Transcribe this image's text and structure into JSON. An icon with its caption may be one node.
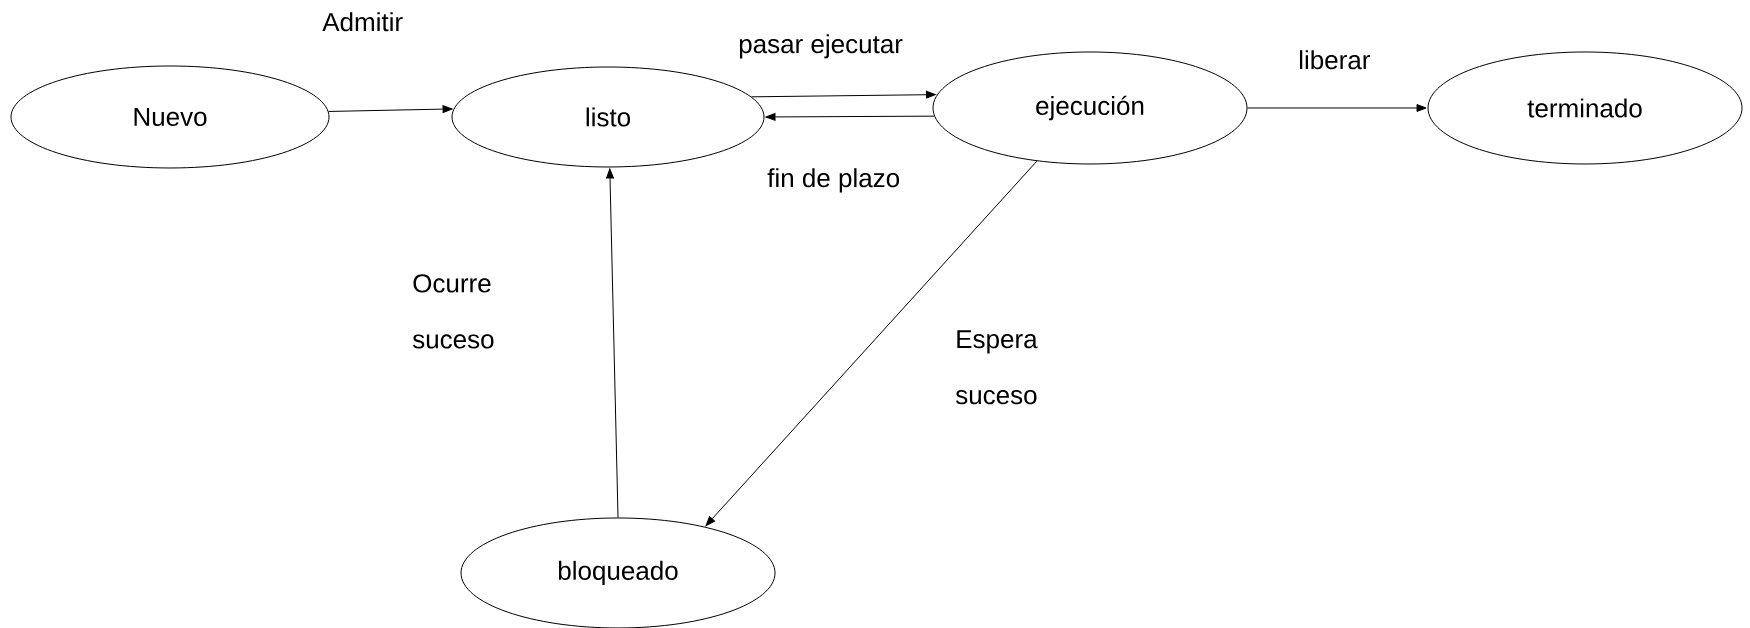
{
  "diagram": {
    "nodes": [
      {
        "text": [
          "Nuevo"
        ]
      },
      {
        "text": [
          "listo"
        ]
      },
      {
        "text": [
          "ejecución"
        ]
      },
      {
        "text": [
          "terminado"
        ]
      },
      {
        "text": [
          "bloqueado"
        ]
      }
    ],
    "edges": [
      {
        "from": 0,
        "to": 1,
        "arrow": "to",
        "label": "Admitir"
      },
      {
        "from": 1,
        "to": 2,
        "arrow": "to",
        "label": "pasar ejecutar"
      },
      {
        "from": 2,
        "to": 1,
        "arrow": "to",
        "label": "fin de plazo"
      },
      {
        "from": 2,
        "to": 3,
        "arrow": "to",
        "label": "liberar"
      },
      {
        "from": 2,
        "to": 4,
        "arrow": "to",
        "label": "Espera suceso"
      },
      {
        "from": 4,
        "to": 1,
        "arrow": "to",
        "label": "Ocurre suceso"
      }
    ]
  }
}
